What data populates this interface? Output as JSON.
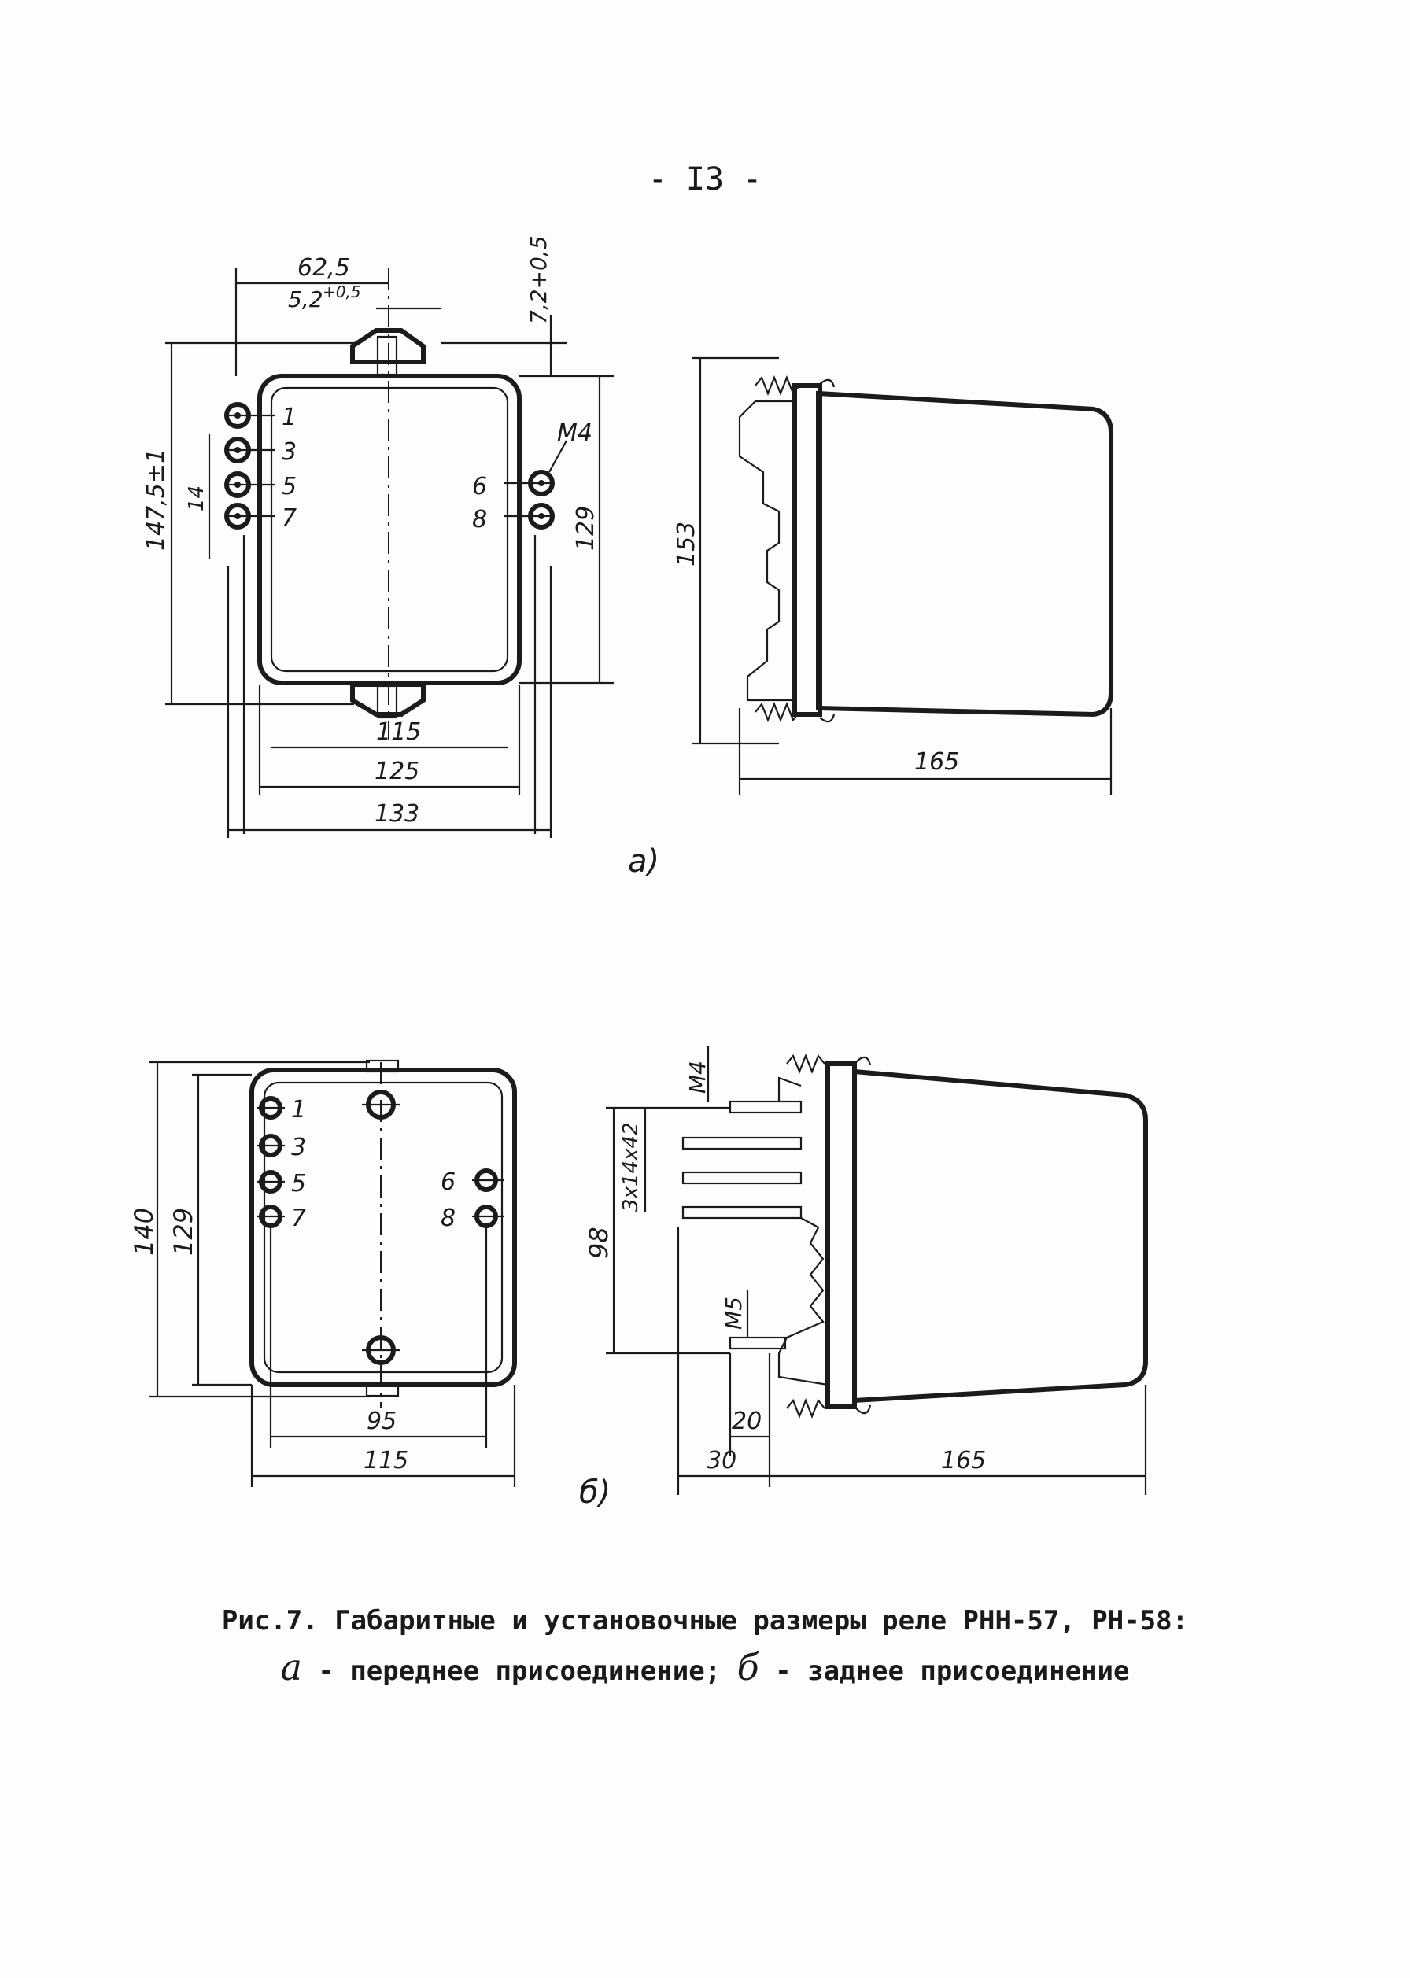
{
  "page_number": "- I3 -",
  "view_a": {
    "label": "а)",
    "dimensions": {
      "top_width": "62,5",
      "screw_offset": "5,2",
      "screw_offset_tol": "+0,5",
      "top_clearance": "7,2+0,5",
      "overall_height": "147,5±1",
      "terminal_pitch": "14",
      "side_height": "129",
      "thread": "M4",
      "inner_width": "115",
      "mid_width": "125",
      "overall_width": "133",
      "side_height_right": "153",
      "depth": "165"
    },
    "terminals_left": [
      "1",
      "3",
      "5",
      "7"
    ],
    "terminals_right": [
      "6",
      "8"
    ]
  },
  "view_b": {
    "label": "б)",
    "dimensions": {
      "overall_height": "140",
      "inner_height": "129",
      "hole_spacing": "95",
      "overall_width": "115",
      "thread_top": "M4",
      "stud_spec": "3x14x42",
      "stud_span": "98",
      "thread_bottom": "M5",
      "stud_length": "20",
      "offset": "30",
      "depth": "165"
    },
    "terminals_left": [
      "1",
      "3",
      "5",
      "7"
    ],
    "terminals_right": [
      "6",
      "8"
    ]
  },
  "caption": {
    "line1": "Рис.7. Габаритные и установочные размеры реле РНН-57, РН-58:",
    "line2_a_letter": "а",
    "line2_a_text": " - переднее присоединение; ",
    "line2_b_letter": "б",
    "line2_b_text": " - заднее присоединение"
  }
}
